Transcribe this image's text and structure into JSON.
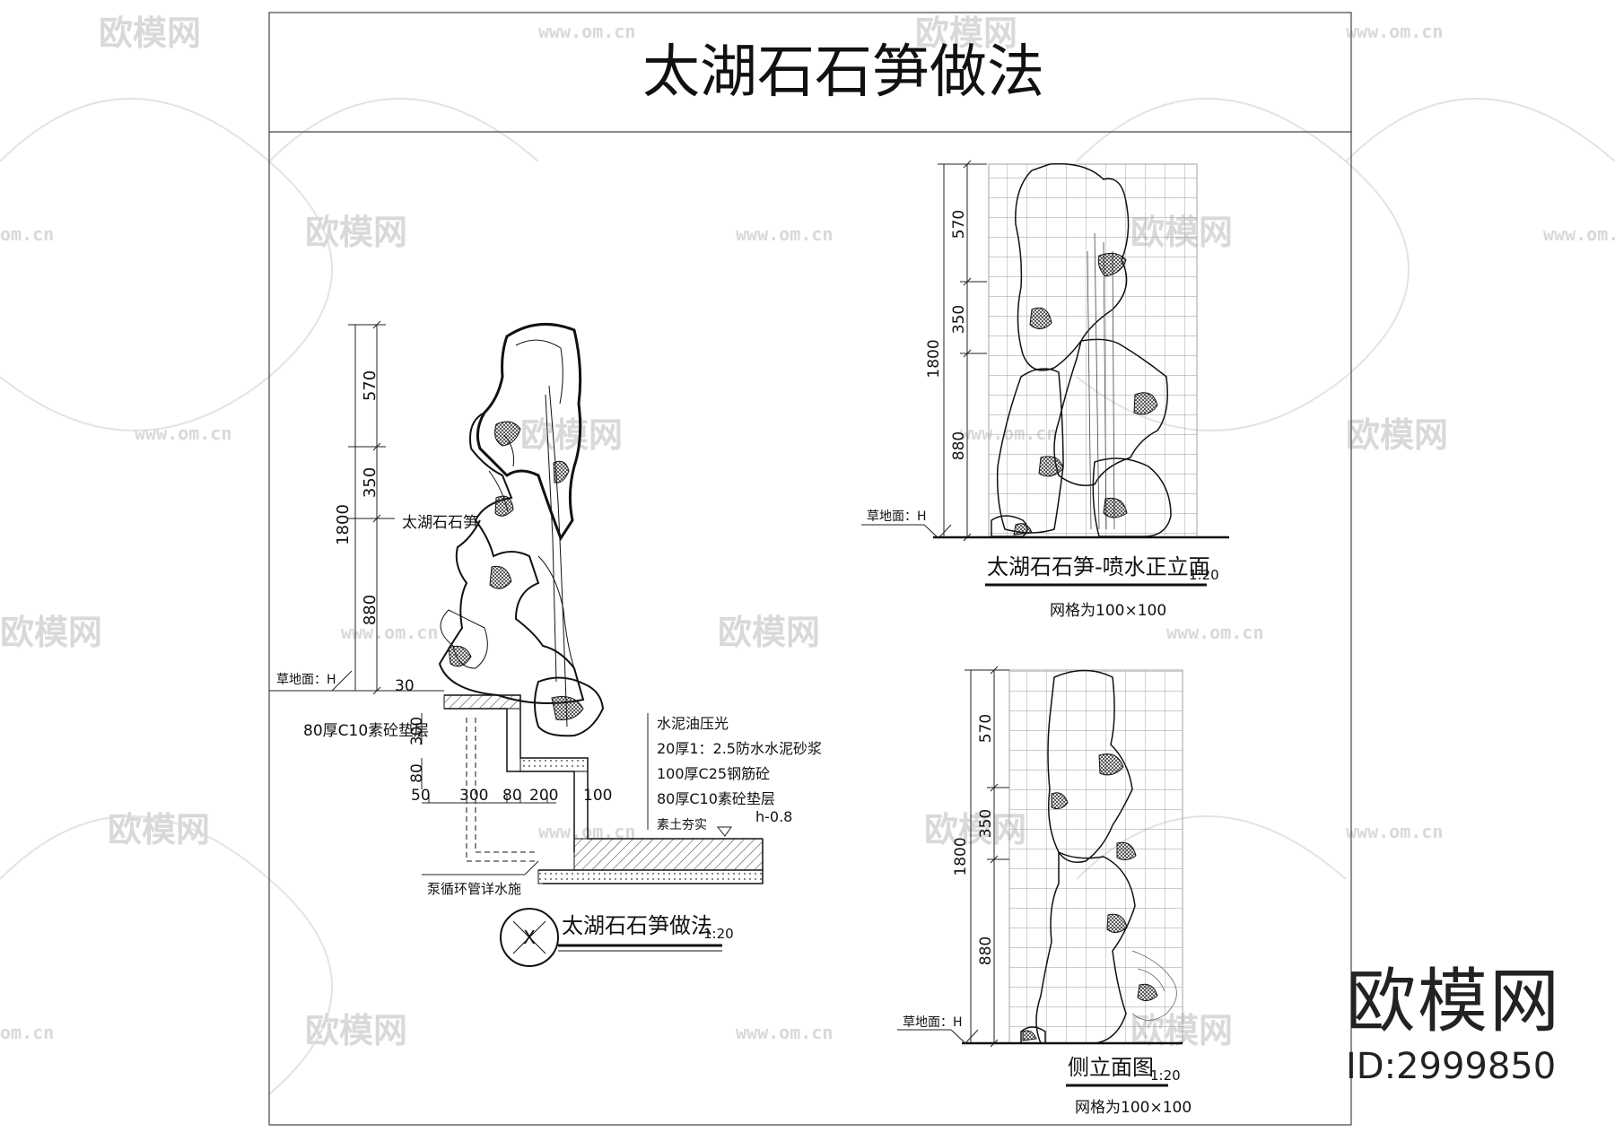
{
  "title": "太湖石石笋做法",
  "watermark": {
    "brand": "欧模网",
    "url": "www.om.cn",
    "url_short": "om.cn"
  },
  "brand_corner": {
    "name": "欧模网",
    "id": "ID:2999850"
  },
  "section": {
    "title": "太湖石石笋做法",
    "scale": "1:20",
    "symbol": "X",
    "dim_total": "1800",
    "dim_top": "570",
    "dim_mid": "350",
    "dim_low": "880",
    "dim_base": "30",
    "dim_slab": "300",
    "stone_label": "太湖石石笋",
    "grade_label": "草地面：H",
    "base_layer": "80厚C10素砼垫层",
    "dims_bottom": [
      "50",
      "300",
      "80",
      "200",
      "100"
    ],
    "dim_v80": "80",
    "water_level": "h-0.8",
    "pipe_label": "泵循环管详水施",
    "layers": [
      "水泥油压光",
      "20厚1：2.5防水水泥砂浆",
      "100厚C25钢筋砼",
      "80厚C10素砼垫层",
      "素土夯实"
    ]
  },
  "front": {
    "title": "太湖石石笋-喷水正立面",
    "scale": "1:20",
    "grid_note": "网格为100×100",
    "grade_label": "草地面：H",
    "dim_total": "1800",
    "dim_top": "570",
    "dim_mid": "350",
    "dim_low": "880"
  },
  "side": {
    "title": "侧立面图",
    "scale": "1:20",
    "grid_note": "网格为100×100",
    "grade_label": "草地面：H",
    "dim_total": "1800",
    "dim_top": "570",
    "dim_mid": "350",
    "dim_low": "880"
  }
}
